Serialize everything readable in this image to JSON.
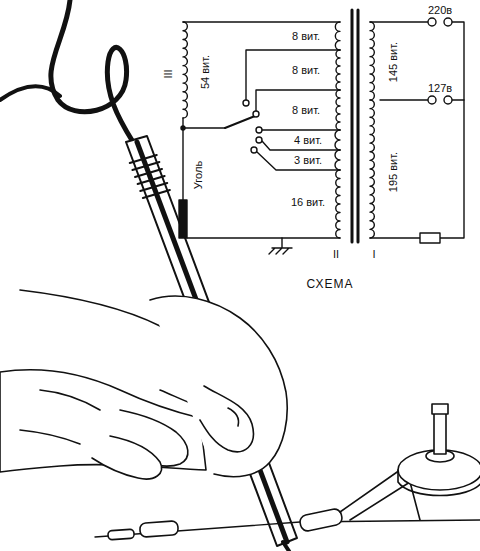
{
  "diagram": {
    "labels": [
      "220в",
      "127в",
      "III",
      "54 вит.",
      "8 вит.",
      "8 вит.",
      "8 вит.",
      "4 вит.",
      "3 вит.",
      "16 вит.",
      "145 вит.",
      "195 вит.",
      "Уголь",
      "II",
      "I",
      "СХЕМА"
    ]
  }
}
